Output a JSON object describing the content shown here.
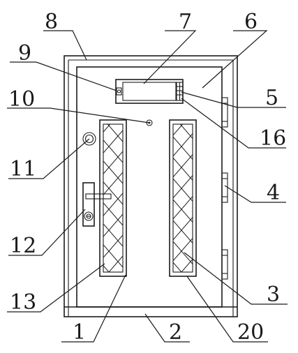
{
  "labels": {
    "l1": "1",
    "l2": "2",
    "l3": "3",
    "l4": "4",
    "l5": "5",
    "l6": "6",
    "l7": "7",
    "l8": "8",
    "l9": "9",
    "l10": "10",
    "l11": "11",
    "l12": "12",
    "l13": "13",
    "l16": "16",
    "l20": "20"
  }
}
